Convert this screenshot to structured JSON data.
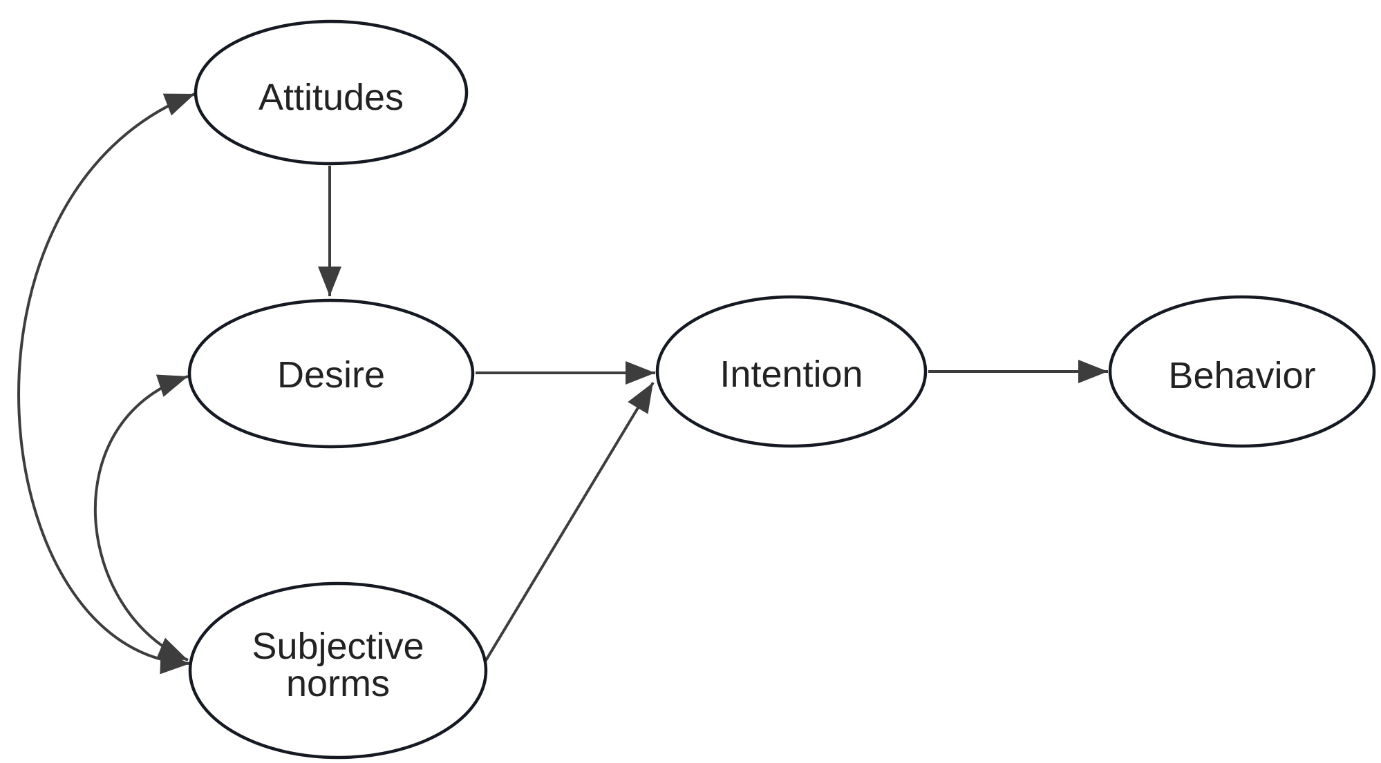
{
  "diagram": {
    "type": "path-model-flow-diagram",
    "background": "#ffffff",
    "colors": {
      "background": "#ffffff",
      "node_fill": "#ffffff",
      "node_stroke": "#141922",
      "edge_color": "#3d3d3d",
      "text_color": "#222222"
    },
    "nodes": {
      "attitudes": {
        "label": "Attitudes",
        "shape": "ellipse"
      },
      "desire": {
        "label": "Desire",
        "shape": "ellipse"
      },
      "subjective_norms": {
        "label_line1": "Subjective",
        "label_line2": "norms",
        "shape": "ellipse"
      },
      "intention": {
        "label": "Intention",
        "shape": "ellipse"
      },
      "behavior": {
        "label": "Behavior",
        "shape": "ellipse"
      }
    },
    "edges": [
      {
        "from": "Attitudes",
        "to": "Desire",
        "style": "straight",
        "bidirectional": false
      },
      {
        "from": "Desire",
        "to": "Intention",
        "style": "straight",
        "bidirectional": false
      },
      {
        "from": "Subjective norms",
        "to": "Intention",
        "style": "straight",
        "bidirectional": false
      },
      {
        "from": "Intention",
        "to": "Behavior",
        "style": "straight",
        "bidirectional": false
      },
      {
        "from": "Attitudes",
        "to": "Subjective norms",
        "style": "curved-left",
        "bidirectional": true
      },
      {
        "from": "Desire",
        "to": "Subjective norms",
        "style": "curved-left",
        "bidirectional": true
      }
    ]
  }
}
